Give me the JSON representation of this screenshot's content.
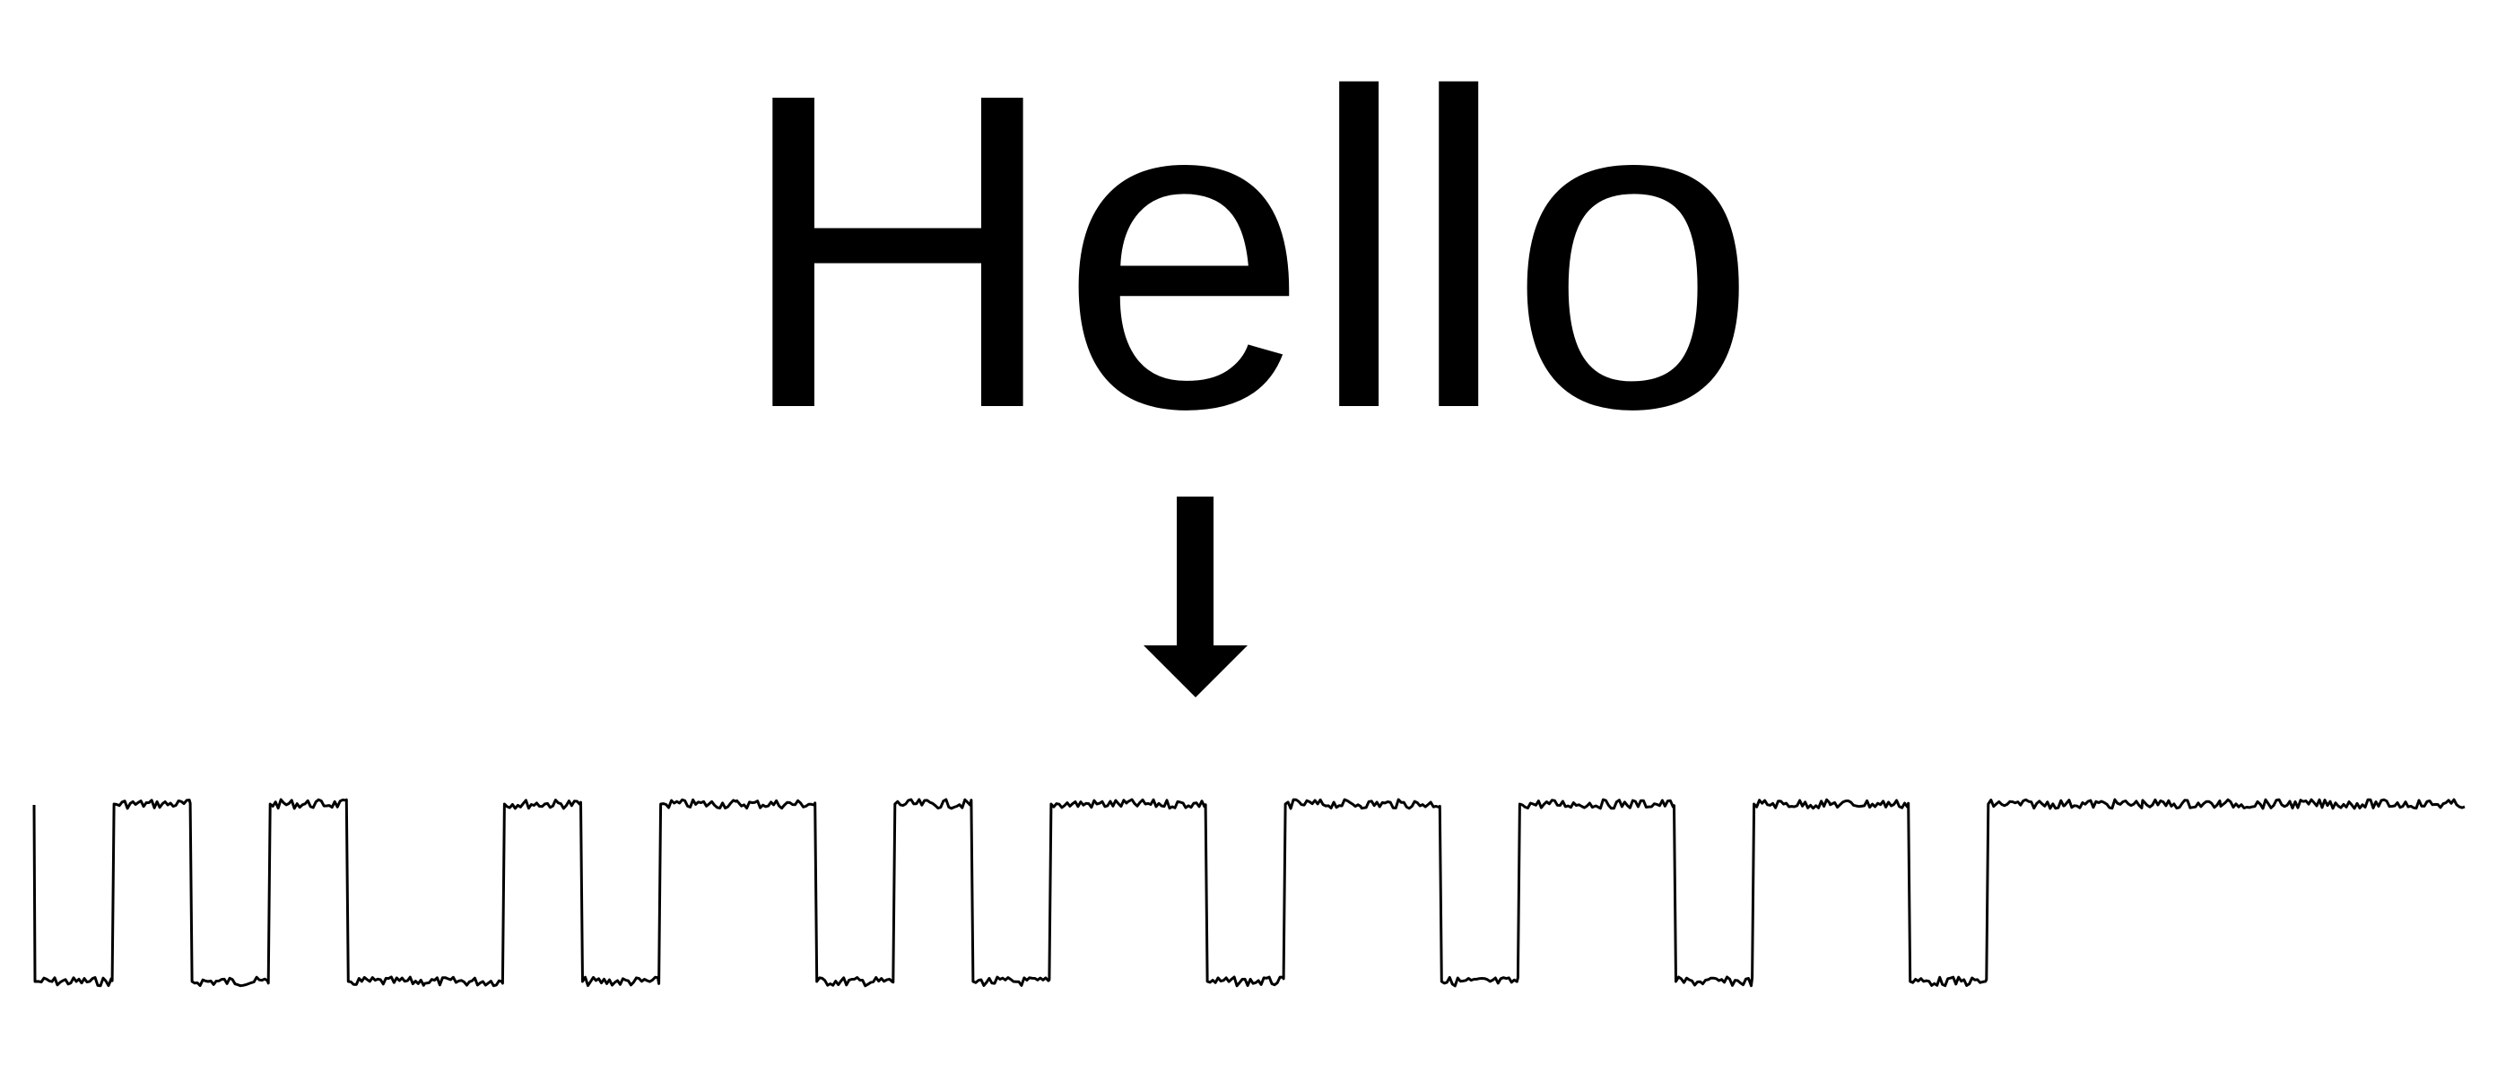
{
  "diagram": {
    "headline": "Hello",
    "arrow_direction": "down",
    "waveform": {
      "type": "digital-square-wave",
      "noise": true,
      "bit_levels": [
        0,
        1,
        0,
        1,
        0,
        0,
        1,
        0,
        1,
        1,
        0,
        1,
        0,
        1,
        1,
        0,
        1,
        1,
        0,
        1,
        1,
        0,
        1,
        1,
        0,
        1,
        1,
        1
      ],
      "final_level": 1
    },
    "colors": {
      "foreground": "#000000",
      "background": "#ffffff"
    }
  }
}
